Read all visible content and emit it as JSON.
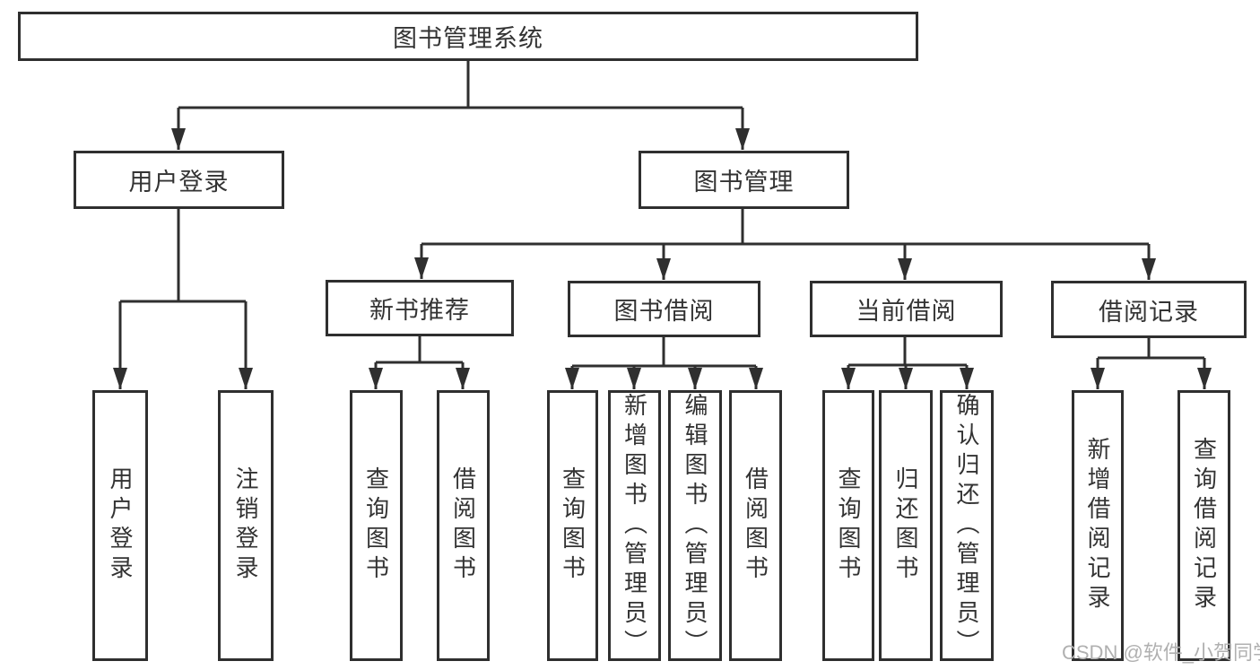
{
  "diagram_type": "hierarchy-functional-structure",
  "tree": {
    "label": "图书管理系统",
    "children": [
      {
        "label": "用户登录",
        "children": [
          {
            "label": "用户登录"
          },
          {
            "label": "注销登录"
          }
        ]
      },
      {
        "label": "图书管理",
        "children": [
          {
            "label": "新书推荐",
            "children": [
              {
                "label": "查询图书"
              },
              {
                "label": "借阅图书"
              }
            ]
          },
          {
            "label": "图书借阅",
            "children": [
              {
                "label": "查询图书"
              },
              {
                "label": "新增图书（管理员）"
              },
              {
                "label": "编辑图书（管理员）"
              },
              {
                "label": "借阅图书"
              }
            ]
          },
          {
            "label": "当前借阅",
            "children": [
              {
                "label": "查询图书"
              },
              {
                "label": "归还图书"
              },
              {
                "label": "确认归还（管理员）"
              }
            ]
          },
          {
            "label": "借阅记录",
            "children": [
              {
                "label": "新增借阅记录"
              },
              {
                "label": "查询借阅记录"
              }
            ]
          }
        ]
      }
    ]
  },
  "watermark": {
    "text": "CSDN @软件_小贺同学"
  },
  "colors": {
    "line": "#2f2f2f",
    "text": "#333333",
    "watermark": "#b0b0b0",
    "background": "#ffffff"
  }
}
